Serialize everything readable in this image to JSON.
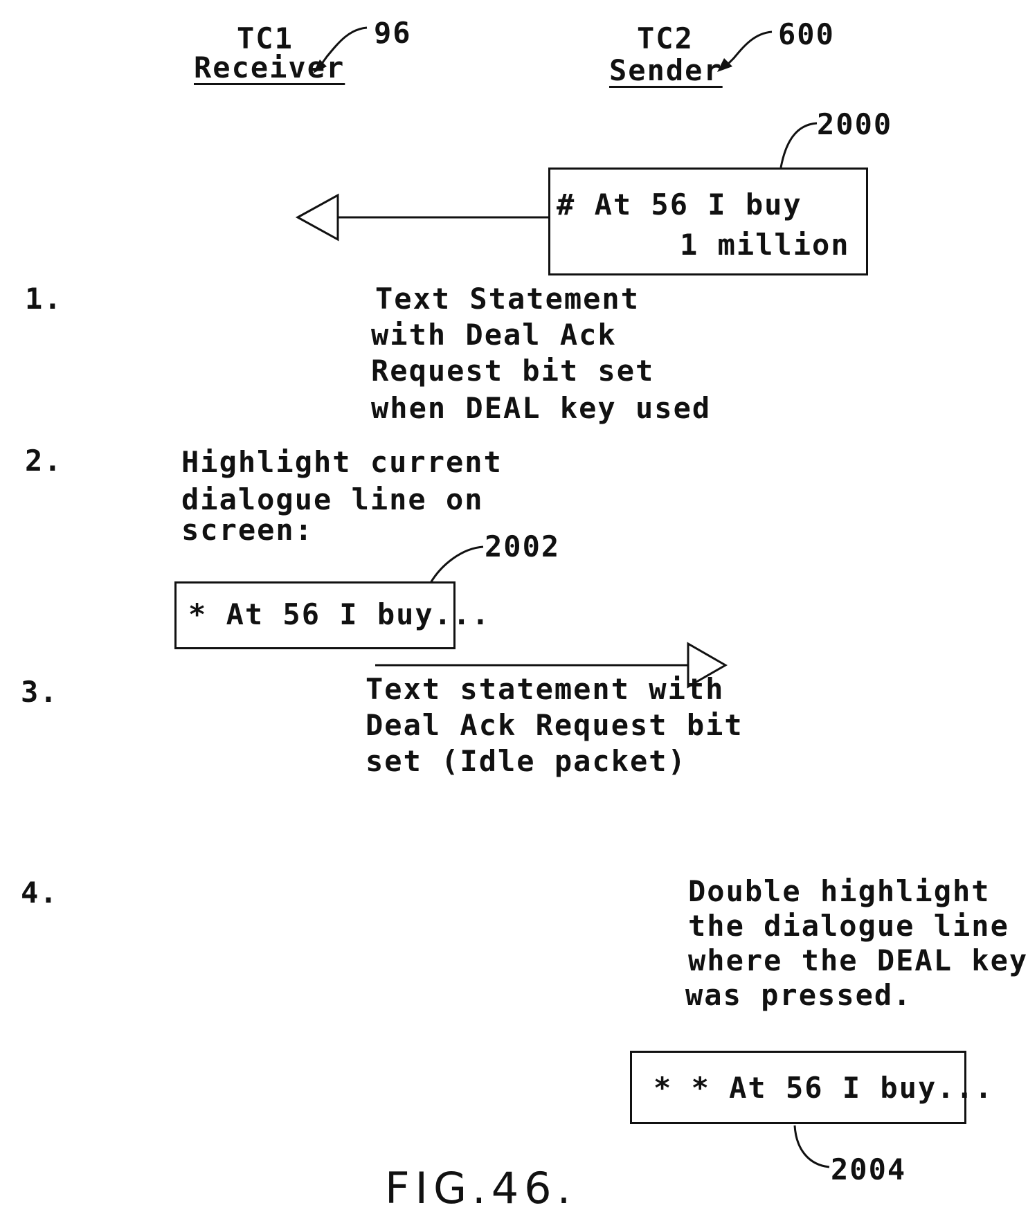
{
  "header": {
    "tc1": "TC1",
    "receiver": "Receiver",
    "ref_receiver": "96",
    "tc2": "TC2",
    "sender": "Sender",
    "ref_sender": "600"
  },
  "steps": {
    "s1": "1.",
    "s2": "2.",
    "s3": "3.",
    "s4": "4."
  },
  "box1": {
    "line1": "# At 56 I buy",
    "line2": "1 million",
    "ref": "2000"
  },
  "msg1": {
    "line1": "Text Statement",
    "line2": "with Deal Ack",
    "line3": "Request bit set",
    "line4": "when DEAL key used"
  },
  "step2": {
    "line1": "Highlight current",
    "line2": "dialogue line on",
    "line3": "screen:"
  },
  "box2": {
    "text": "* At 56 I buy...",
    "ref": "2002"
  },
  "msg3": {
    "line1": "Text statement with",
    "line2": "Deal Ack Request bit",
    "line3": "set (Idle packet)"
  },
  "step4": {
    "line1": "Double highlight",
    "line2": "the dialogue line",
    "line3": "where the DEAL key",
    "line4": "was pressed."
  },
  "box3": {
    "text": "* * At 56 I buy...",
    "ref": "2004"
  },
  "figure": {
    "label": "FIG.46."
  }
}
